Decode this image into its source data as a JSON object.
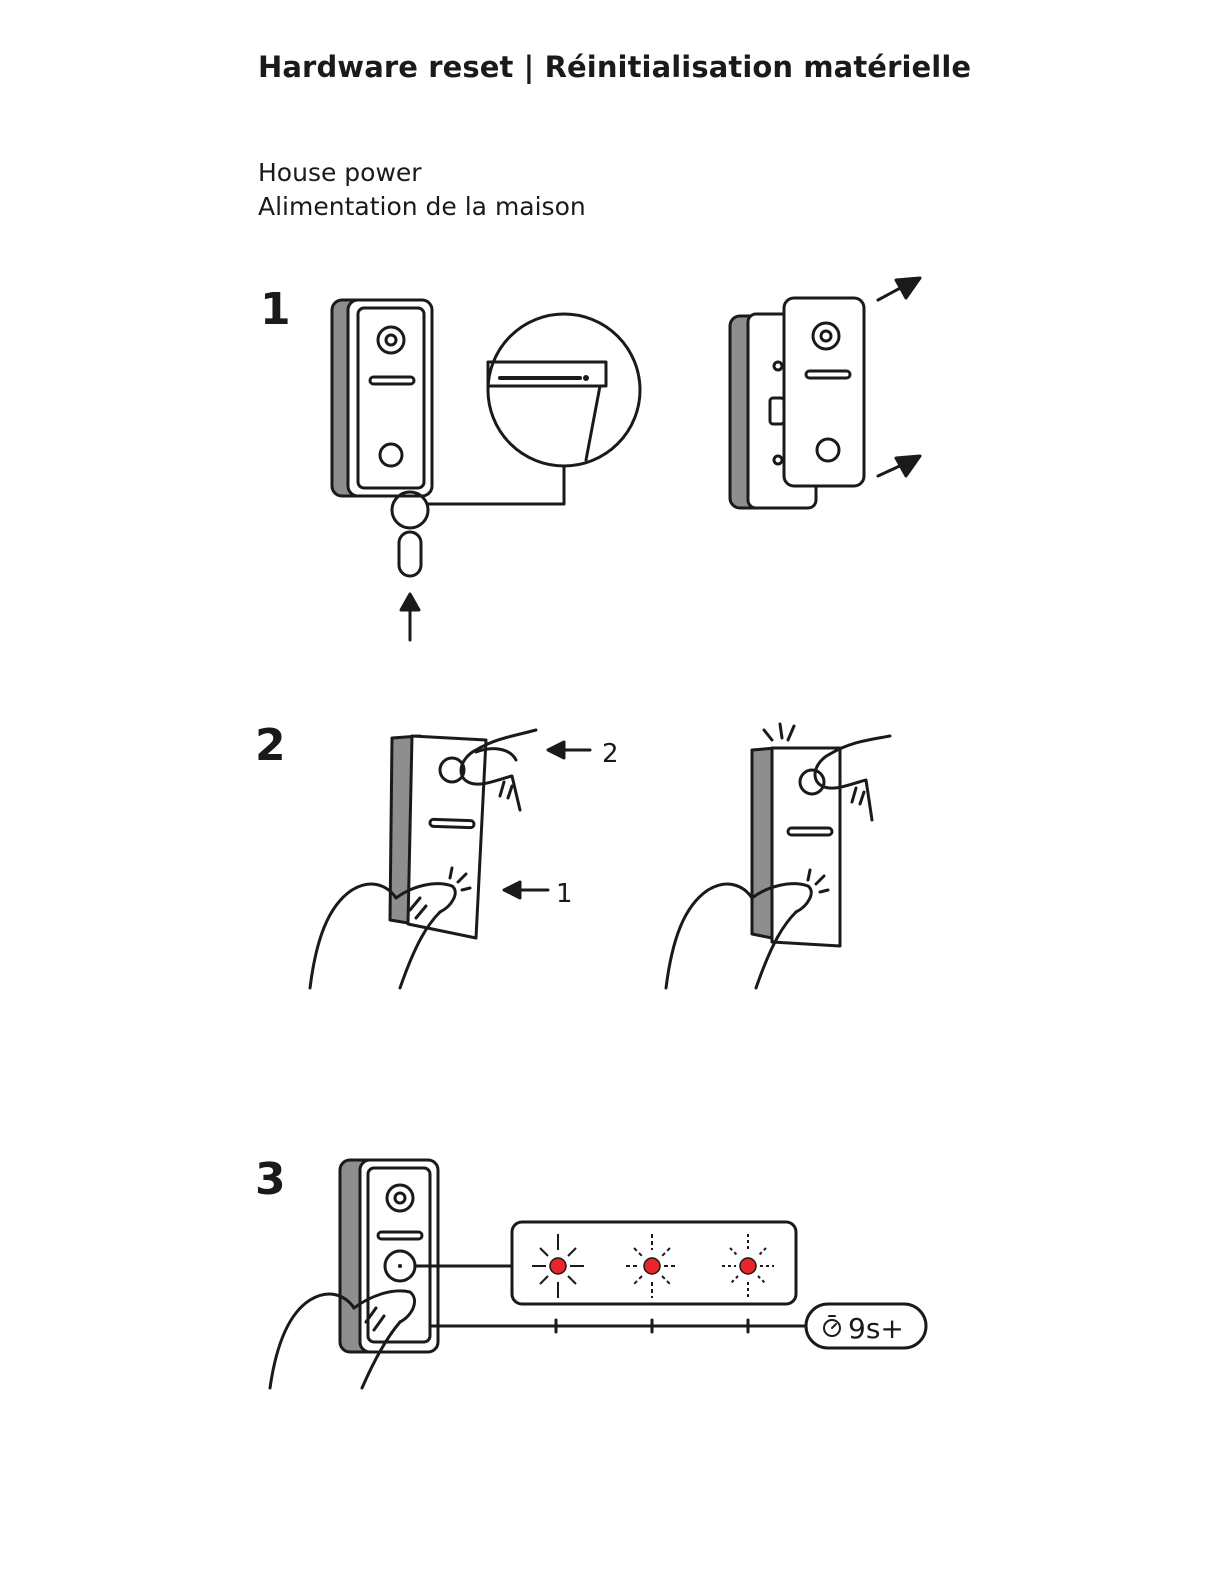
{
  "title": "Hardware reset | Réinitialisation matérielle",
  "subtitle": {
    "en": "House power",
    "fr": "Alimentation de la maison"
  },
  "steps": [
    {
      "number": "1"
    },
    {
      "number": "2",
      "labels": {
        "top_arrow": "2",
        "bottom_arrow": "1"
      }
    },
    {
      "number": "3",
      "timer": "9s+"
    }
  ],
  "colors": {
    "led": "#e8262b",
    "ink": "#1a1a1a",
    "device_side": "#8e8e8e"
  },
  "icons": [
    "doorbell-icon",
    "magnifier-icon",
    "arrow-icon",
    "hand-icon",
    "stopwatch-icon",
    "led-blink-icon"
  ]
}
